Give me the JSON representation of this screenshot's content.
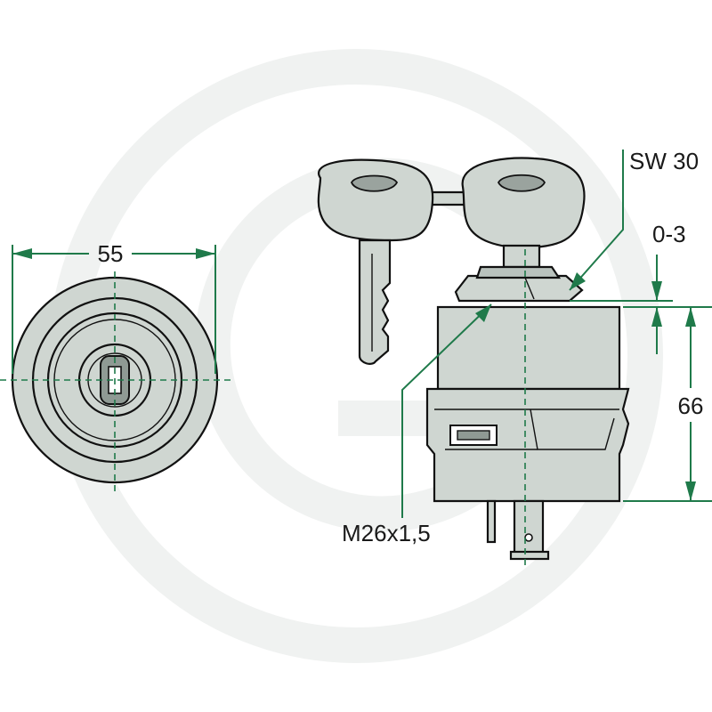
{
  "dimensions": {
    "diameter": "55",
    "wrench_size": "SW 30",
    "gap": "0-3",
    "height": "66",
    "thread": "M26x1,5"
  },
  "colors": {
    "dimension_lines": "#1f7a4a",
    "part_fill": "#cfd6d1",
    "outline": "#111111"
  }
}
